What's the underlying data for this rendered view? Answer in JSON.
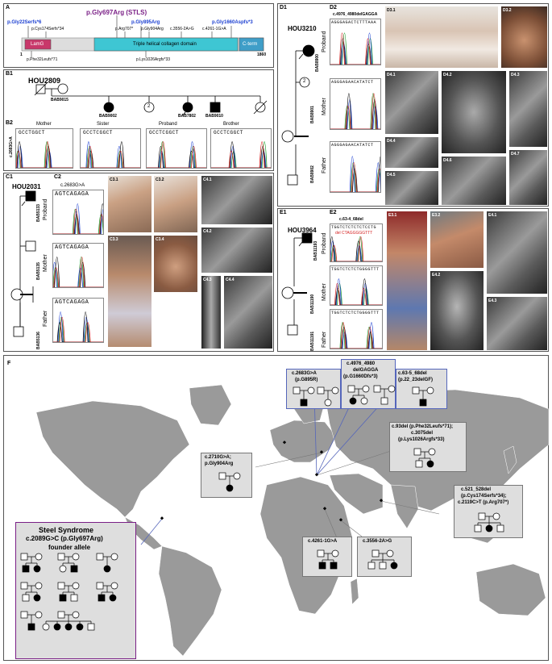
{
  "panel_a": {
    "label": "A",
    "variants_top": [
      "p.Gly22Serfs*6",
      "p.Cys174Serfs*34",
      "p.Gly697Arg (STLS)",
      "p.Arg707*",
      "p.Gly895Arg",
      "p.Gly904Arg",
      "c.3556-2A>G",
      "c.4261-1G>A",
      "p.Gly1660Aspfs*3"
    ],
    "domain_lamg": "LamG",
    "domain_triple": "Triple helical collagen domain",
    "domain_cterm": "C-term",
    "pos_start": "1",
    "pos_end": "1860",
    "variants_bottom": [
      "p.Phe32Leufs*71",
      "p.Lys1026Argfs*33"
    ]
  },
  "panel_b": {
    "label_b1": "B1",
    "family": "HOU2809",
    "ids": [
      "BAB9015",
      "BAB9002",
      "BAB7802",
      "BAB9010"
    ],
    "sibs_number": "2",
    "label_b2": "B2",
    "variant": "c.2683G>A",
    "members": [
      "Mother",
      "Sister",
      "Proband",
      "Brother"
    ],
    "seqs": [
      "GCCTGGCT",
      "GCCTCGGCT",
      "GCCTCGGCT",
      "GCCTCGGCT"
    ]
  },
  "panel_c": {
    "label_c1": "C1",
    "family": "HOU2031",
    "ids": [
      "BAB5133",
      "BAB5135",
      "BAB5136"
    ],
    "label_c2": "C2",
    "variant": "c.2683G>A",
    "members": [
      "Proband",
      "Mother",
      "Father"
    ],
    "seqs": [
      "AGTCAGAGA",
      "AGTCAGAGA",
      "AGTCAGAGA"
    ],
    "photo_labels": [
      "C3.1",
      "C3.2",
      "C3.3",
      "C3.4"
    ],
    "xray_labels": [
      "C4.1",
      "C4.2",
      "C4.3",
      "C4.4"
    ]
  },
  "panel_d": {
    "label_d1": "D1",
    "family": "HOU3210",
    "ids": [
      "BAB8900",
      "BAB8901",
      "BAB8902"
    ],
    "sibs_number": "2",
    "label_d2": "D2",
    "variant": "c.4976_4980delGAGGA",
    "members": [
      "Proband",
      "Mother",
      "Father"
    ],
    "seqs": [
      "AGGGAGACTCTTTAAA",
      "AGGGAGAACATATCT",
      "AGGGAGAACATATCT"
    ],
    "photo_labels": [
      "D3.1",
      "D3.2"
    ],
    "xray_labels": [
      "D4.1",
      "D4.2",
      "D4.3",
      "D4.4",
      "D4.5",
      "D4.6",
      "D4.7"
    ]
  },
  "panel_e": {
    "label_e1": "E1",
    "family": "HOU3964",
    "ids": [
      "BAB11193",
      "BAB11190",
      "BAB11191"
    ],
    "label_e2": "E2",
    "variant": "c.63-4_68del",
    "del_text": "del CTAGGGGGTTT",
    "members": [
      "Proband",
      "Mother",
      "Father"
    ],
    "seqs": [
      "TGGTCTCTCTCTCCTG",
      "TGGTCTCTCTGGGGTTT",
      "TGGTCTCTCTGGGGTTT"
    ],
    "photo_labels": [
      "E3.1",
      "E3.2"
    ],
    "xray_labels": [
      "E4.1",
      "E4.2",
      "E4.3"
    ]
  },
  "panel_f": {
    "label": "F",
    "boxes": [
      {
        "title": "c.2683G>A",
        "sub": "(p.G895R)"
      },
      {
        "title": "c.4976_4980",
        "sub": "delGAGGA",
        "sub2": "(p.G1660Dfs*3)"
      },
      {
        "title": "c.63-5_68del",
        "sub": "(p.22_23delGF)"
      },
      {
        "title": "c.93del (p.Phe32Leufs*71);",
        "sub": "c.3075del",
        "sub2": "(p.Lys1026Argfs*33)"
      },
      {
        "title": "c.2710G>A;",
        "sub": "p.Gly904Arg"
      },
      {
        "title": "c.521_528del",
        "sub": "(p.Cys174Serfs*34);",
        "sub2": "c.2119C>T (p.Arg707*)"
      },
      {
        "title": "c.4261-1G>A",
        "sub": ""
      },
      {
        "title": "c.3556-2A>G",
        "sub": ""
      }
    ],
    "steel": {
      "title": "Steel Syndrome",
      "line2": "c.2089G>C (p.Gly697Arg)",
      "line3": "founder allele"
    }
  },
  "colors": {
    "blue_variant": "#1a3ed1",
    "purple_variant": "#7a1f86",
    "lamg": "#c8376a",
    "triple": "#3ec6d3",
    "map_land": "#9a9a9a",
    "map_sea": "#ffffff"
  }
}
